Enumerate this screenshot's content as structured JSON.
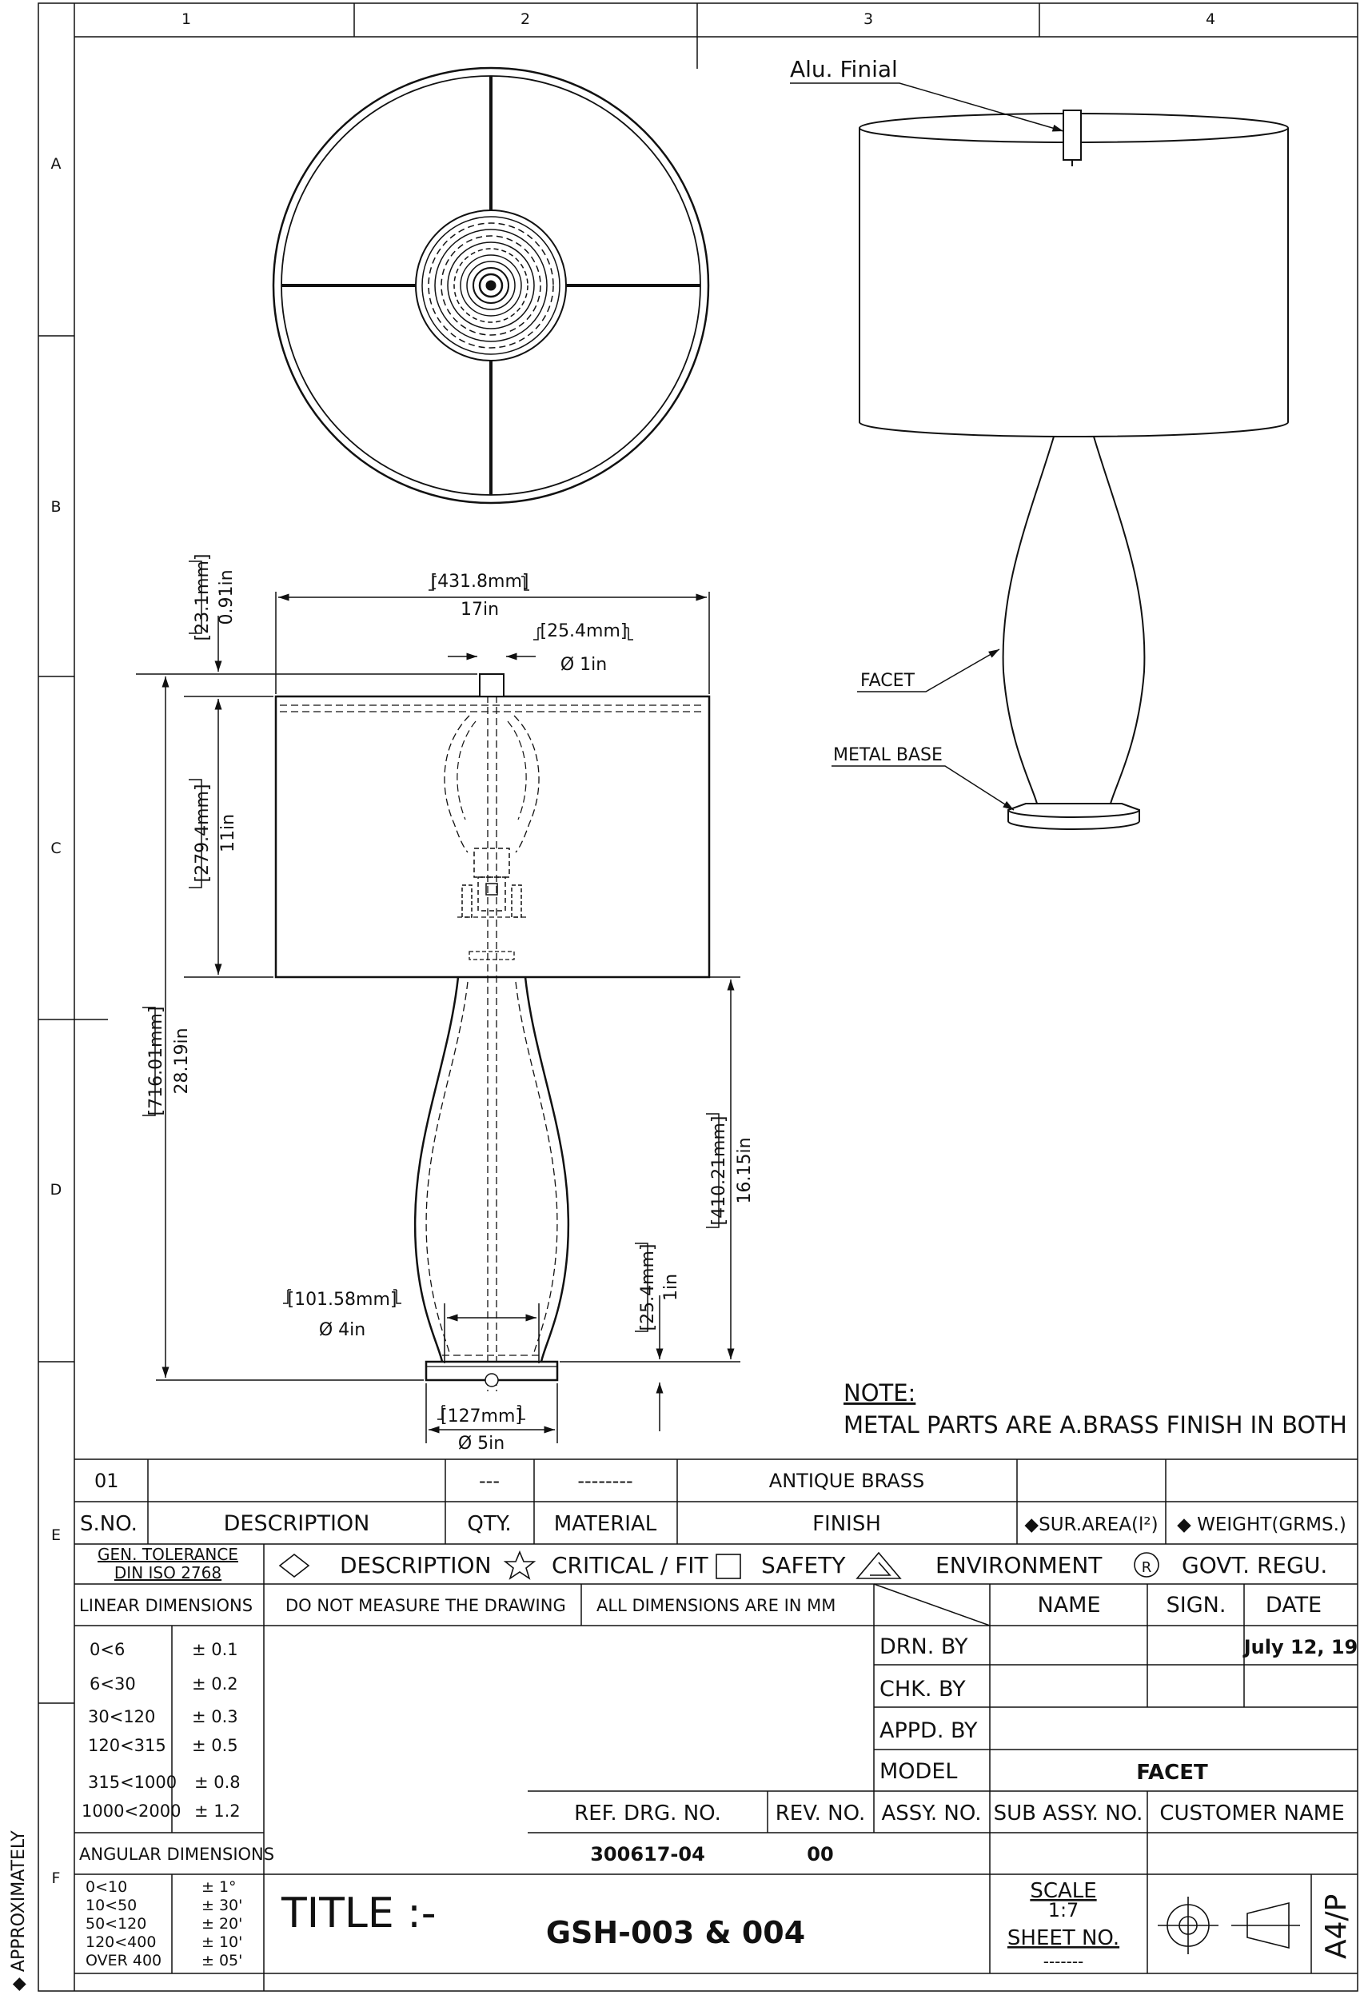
{
  "frame": {
    "col_labels": [
      "1",
      "2",
      "3",
      "4"
    ],
    "row_labels": [
      "A",
      "B",
      "C",
      "D",
      "E",
      "F"
    ],
    "side_text": "◆ APPROXIMATELY"
  },
  "callouts": {
    "finial": "Alu. Finial",
    "facet": "FACET",
    "metal_base": "METAL BASE"
  },
  "dimensions": {
    "shade_width_mm": "[431.8mm]",
    "shade_width_in": "17in",
    "finial_dia_mm": "[25.4mm]",
    "finial_dia_in": "Ø 1in",
    "finial_height_mm": "[23.1mm]",
    "finial_height_in": "0.91in",
    "shade_height_mm": "[279.4mm]",
    "shade_height_in": "11in",
    "overall_height_mm": "[716.01mm]",
    "overall_height_in": "28.19in",
    "body_height_mm": "[410.21mm]",
    "body_height_in": "16.15in",
    "base_height_mm": "[25.4mm]",
    "base_height_in": "1in",
    "body_dia_mm": "[101.58mm]",
    "body_dia_in": "Ø 4in",
    "base_dia_mm": "[127mm]",
    "base_dia_in": "Ø 5in"
  },
  "note": {
    "title": "NOTE:",
    "text": "METAL PARTS ARE A.BRASS FINISH IN BOTH"
  },
  "bom": {
    "row": {
      "sno": "01",
      "description": "",
      "qty": "---",
      "material": "--------",
      "finish": "ANTIQUE BRASS",
      "sur_area": "",
      "weight": ""
    },
    "headers": {
      "sno": "S.NO.",
      "description": "DESCRIPTION",
      "qty": "QTY.",
      "material": "MATERIAL",
      "finish": "FINISH",
      "sur_area": "◆SUR.AREA(l²)",
      "weight": "◆ WEIGHT(GRMS.)"
    }
  },
  "legend": {
    "gen_tolerance": "GEN. TOLERANCE",
    "din": "DIN ISO 2768",
    "description": "DESCRIPTION",
    "critical": "CRITICAL / FIT",
    "safety": "SAFETY",
    "environment": "ENVIRONMENT",
    "govt": "GOVT. REGU.",
    "govt_symbol": "R"
  },
  "info_row": {
    "linear": "LINEAR DIMENSIONS",
    "do_not_measure": "DO NOT MEASURE THE DRAWING",
    "all_dims": "ALL DIMENSIONS ARE IN MM",
    "name": "NAME",
    "sign": "SIGN.",
    "date": "DATE"
  },
  "linear_tolerances": [
    {
      "range": "0<6",
      "tol": "± 0.1"
    },
    {
      "range": "6<30",
      "tol": "± 0.2"
    },
    {
      "range": "30<120",
      "tol": "± 0.3"
    },
    {
      "range": "120<315",
      "tol": "± 0.5"
    },
    {
      "range": "315<1000",
      "tol": "± 0.8"
    },
    {
      "range": "1000<2000",
      "tol": "± 1.2"
    }
  ],
  "angular_label": "ANGULAR DIMENSIONS",
  "angular_tolerances": [
    {
      "range": "0<10",
      "tol": "± 1°"
    },
    {
      "range": "10<50",
      "tol": "± 30'"
    },
    {
      "range": "50<120",
      "tol": "± 20'"
    },
    {
      "range": "120<400",
      "tol": "± 10'"
    },
    {
      "range": "OVER 400",
      "tol": "± 05'"
    }
  ],
  "approvals": {
    "drn": "DRN. BY",
    "chk": "CHK. BY",
    "appd": "APPD. BY",
    "date_value": "July 12, 19"
  },
  "model": {
    "label": "MODEL",
    "value": "FACET"
  },
  "ref_row": {
    "ref_label": "REF. DRG. NO.",
    "ref_value": "300617-04",
    "rev_label": "REV. NO.",
    "rev_value": "00",
    "assy_label": "ASSY. NO.",
    "sub_assy_label": "SUB ASSY. NO.",
    "customer_label": "CUSTOMER NAME"
  },
  "title_block": {
    "title_label": "TITLE :-",
    "title_value": "GSH-003 & 004",
    "scale_label": "SCALE",
    "scale_value": "1:7",
    "sheet_label": "SHEET NO.",
    "sheet_value": "-------",
    "paper": "A4/P"
  }
}
